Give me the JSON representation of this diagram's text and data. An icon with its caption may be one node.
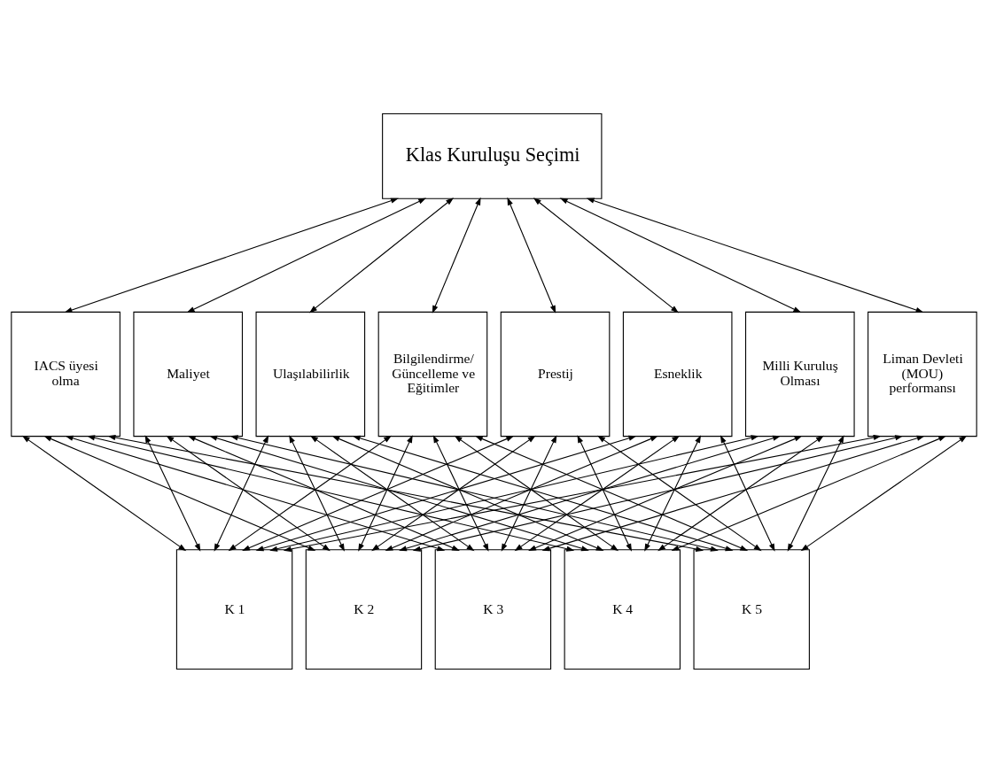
{
  "diagram": {
    "nodes": [
      {
        "text": [
          "Klas Kuruluşu Seçimi"
        ]
      },
      {
        "text": [
          "IACS üyesi olma"
        ]
      },
      {
        "text": [
          "Maliyet"
        ]
      },
      {
        "text": [
          "Ulaşılabilirlik"
        ]
      },
      {
        "text": [
          "Bilgilendirme/ Güncelleme ve Eğitimler"
        ]
      },
      {
        "text": [
          "Prestij"
        ]
      },
      {
        "text": [
          "Esneklik"
        ]
      },
      {
        "text": [
          "Milli Kuruluş Olması"
        ]
      },
      {
        "text": [
          "Liman Devleti (MOU) performansı"
        ]
      },
      {
        "text": [
          "K 1"
        ]
      },
      {
        "text": [
          "K 2"
        ]
      },
      {
        "text": [
          "K 3"
        ]
      },
      {
        "text": [
          "K 4"
        ]
      },
      {
        "text": [
          "K 5"
        ]
      }
    ],
    "edges": [
      {
        "from": 0,
        "to": 1,
        "arrow": "both"
      },
      {
        "from": 0,
        "to": 2,
        "arrow": "both"
      },
      {
        "from": 0,
        "to": 3,
        "arrow": "both"
      },
      {
        "from": 0,
        "to": 4,
        "arrow": "both"
      },
      {
        "from": 0,
        "to": 5,
        "arrow": "both"
      },
      {
        "from": 0,
        "to": 6,
        "arrow": "both"
      },
      {
        "from": 0,
        "to": 7,
        "arrow": "both"
      },
      {
        "from": 0,
        "to": 8,
        "arrow": "both"
      },
      {
        "from": 1,
        "to": 9,
        "arrow": "both"
      },
      {
        "from": 1,
        "to": 10,
        "arrow": "both"
      },
      {
        "from": 1,
        "to": 11,
        "arrow": "both"
      },
      {
        "from": 1,
        "to": 12,
        "arrow": "both"
      },
      {
        "from": 1,
        "to": 13,
        "arrow": "both"
      },
      {
        "from": 2,
        "to": 9,
        "arrow": "both"
      },
      {
        "from": 2,
        "to": 10,
        "arrow": "both"
      },
      {
        "from": 2,
        "to": 11,
        "arrow": "both"
      },
      {
        "from": 2,
        "to": 12,
        "arrow": "both"
      },
      {
        "from": 2,
        "to": 13,
        "arrow": "both"
      },
      {
        "from": 3,
        "to": 9,
        "arrow": "both"
      },
      {
        "from": 3,
        "to": 10,
        "arrow": "both"
      },
      {
        "from": 3,
        "to": 11,
        "arrow": "both"
      },
      {
        "from": 3,
        "to": 12,
        "arrow": "both"
      },
      {
        "from": 3,
        "to": 13,
        "arrow": "both"
      },
      {
        "from": 4,
        "to": 9,
        "arrow": "both"
      },
      {
        "from": 4,
        "to": 10,
        "arrow": "both"
      },
      {
        "from": 4,
        "to": 11,
        "arrow": "both"
      },
      {
        "from": 4,
        "to": 12,
        "arrow": "both"
      },
      {
        "from": 4,
        "to": 13,
        "arrow": "both"
      },
      {
        "from": 5,
        "to": 9,
        "arrow": "both"
      },
      {
        "from": 5,
        "to": 10,
        "arrow": "both"
      },
      {
        "from": 5,
        "to": 11,
        "arrow": "both"
      },
      {
        "from": 5,
        "to": 12,
        "arrow": "both"
      },
      {
        "from": 5,
        "to": 13,
        "arrow": "both"
      },
      {
        "from": 6,
        "to": 9,
        "arrow": "both"
      },
      {
        "from": 6,
        "to": 10,
        "arrow": "both"
      },
      {
        "from": 6,
        "to": 11,
        "arrow": "both"
      },
      {
        "from": 6,
        "to": 12,
        "arrow": "both"
      },
      {
        "from": 6,
        "to": 13,
        "arrow": "both"
      },
      {
        "from": 7,
        "to": 9,
        "arrow": "both"
      },
      {
        "from": 7,
        "to": 10,
        "arrow": "both"
      },
      {
        "from": 7,
        "to": 11,
        "arrow": "both"
      },
      {
        "from": 7,
        "to": 12,
        "arrow": "both"
      },
      {
        "from": 7,
        "to": 13,
        "arrow": "both"
      },
      {
        "from": 8,
        "to": 9,
        "arrow": "both"
      },
      {
        "from": 8,
        "to": 10,
        "arrow": "both"
      },
      {
        "from": 8,
        "to": 11,
        "arrow": "both"
      },
      {
        "from": 8,
        "to": 12,
        "arrow": "both"
      },
      {
        "from": 8,
        "to": 13,
        "arrow": "both"
      }
    ]
  }
}
